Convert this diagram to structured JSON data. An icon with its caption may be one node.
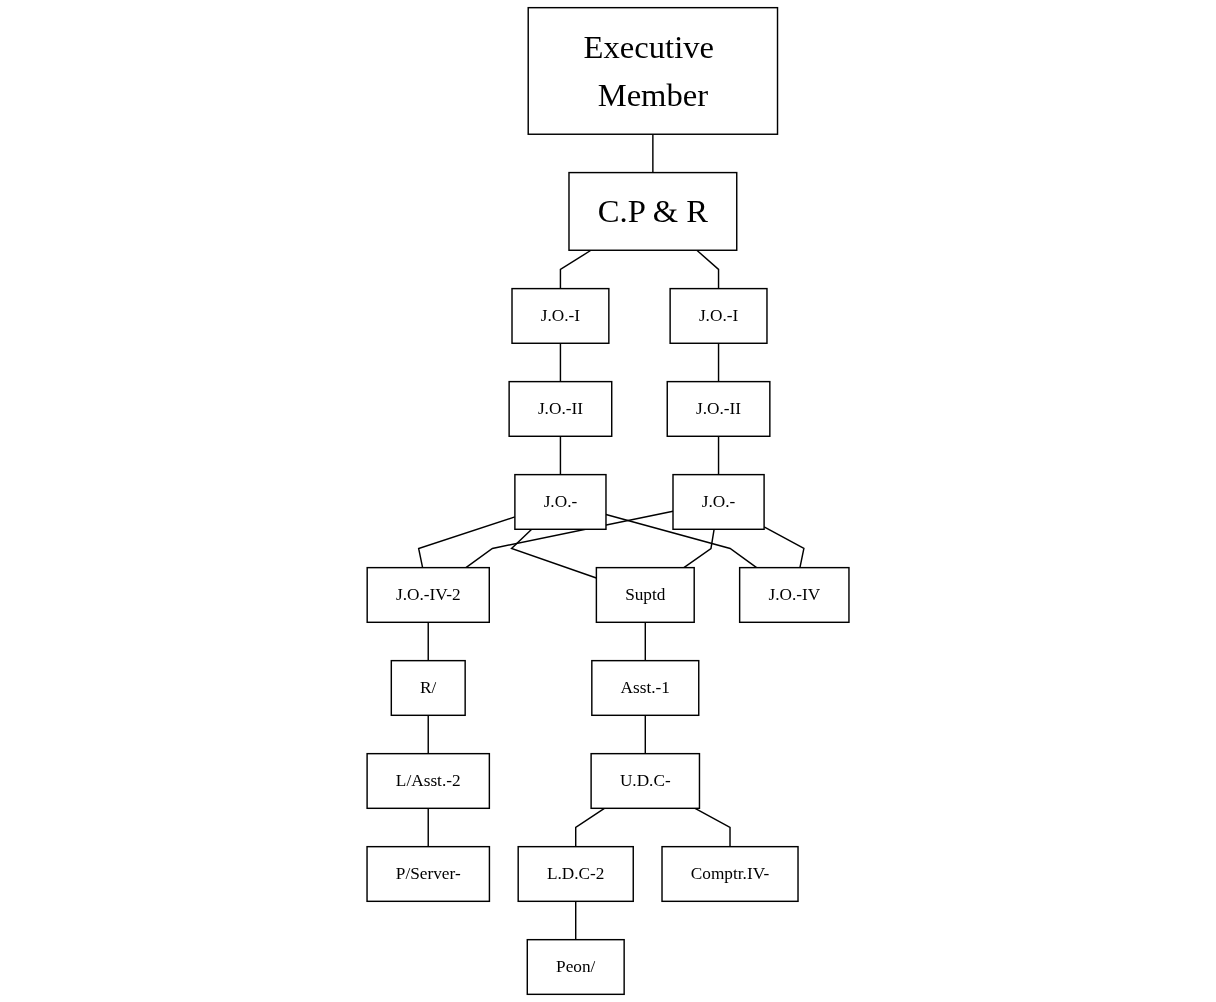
{
  "diagram": {
    "nodes": [
      {
        "text": [
          "Executive Member"
        ]
      },
      {
        "text": [
          "C.P & R"
        ]
      },
      {
        "text": [
          "J.O.-I"
        ]
      },
      {
        "text": [
          "J.O.-II"
        ]
      },
      {
        "text": [
          "J.O.-"
        ]
      },
      {
        "text": [
          "J.O.-I"
        ]
      },
      {
        "text": [
          "J.O.-II"
        ]
      },
      {
        "text": [
          "J.O.-"
        ]
      },
      {
        "text": [
          "J.O.-IV-2"
        ]
      },
      {
        "text": [
          "R/"
        ]
      },
      {
        "text": [
          "L/Asst.-2"
        ]
      },
      {
        "text": [
          "P/Server-"
        ]
      },
      {
        "text": [
          "Suptd"
        ]
      },
      {
        "text": [
          "Asst.-1"
        ]
      },
      {
        "text": [
          "U.D.C-"
        ]
      },
      {
        "text": [
          "L.D.C-2"
        ]
      },
      {
        "text": [
          "Peon/"
        ]
      },
      {
        "text": [
          "Comptr.IV-"
        ]
      },
      {
        "text": [
          "J.O.-IV"
        ]
      }
    ],
    "edges": [
      {
        "from": 0,
        "to": 1,
        "arrow": "none"
      },
      {
        "from": 1,
        "to": 2,
        "arrow": "none"
      },
      {
        "from": 1,
        "to": 5,
        "arrow": "none"
      },
      {
        "from": 2,
        "to": 3,
        "arrow": "none"
      },
      {
        "from": 3,
        "to": 4,
        "arrow": "none"
      },
      {
        "from": 5,
        "to": 6,
        "arrow": "none"
      },
      {
        "from": 6,
        "to": 7,
        "arrow": "none"
      },
      {
        "from": 4,
        "to": 8,
        "arrow": "none"
      },
      {
        "from": 4,
        "to": 12,
        "arrow": "none"
      },
      {
        "from": 4,
        "to": 18,
        "arrow": "none"
      },
      {
        "from": 7,
        "to": 8,
        "arrow": "none"
      },
      {
        "from": 7,
        "to": 12,
        "arrow": "none"
      },
      {
        "from": 7,
        "to": 18,
        "arrow": "none"
      },
      {
        "from": 8,
        "to": 9,
        "arrow": "none"
      },
      {
        "from": 9,
        "to": 10,
        "arrow": "none"
      },
      {
        "from": 10,
        "to": 11,
        "arrow": "none"
      },
      {
        "from": 12,
        "to": 13,
        "arrow": "none"
      },
      {
        "from": 13,
        "to": 14,
        "arrow": "none"
      },
      {
        "from": 14,
        "to": 15,
        "arrow": "none"
      },
      {
        "from": 14,
        "to": 17,
        "arrow": "none"
      },
      {
        "from": 15,
        "to": 16,
        "arrow": "none"
      }
    ]
  }
}
